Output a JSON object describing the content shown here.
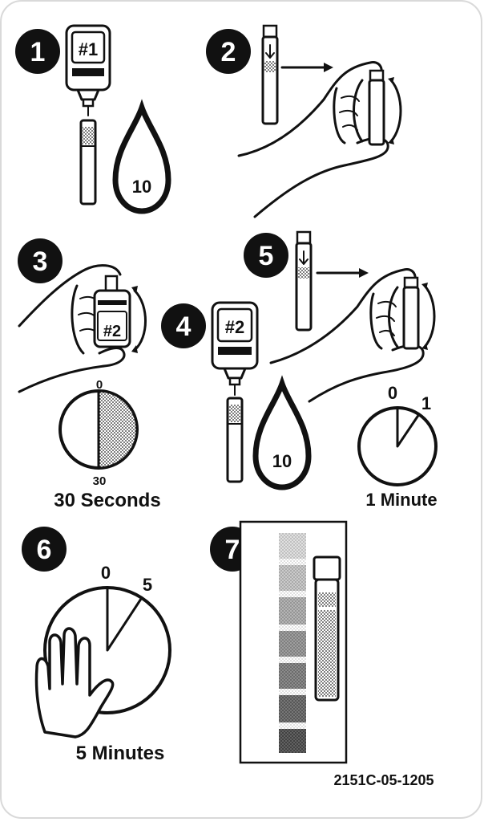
{
  "steps": [
    "1",
    "2",
    "3",
    "4",
    "5",
    "6",
    "7"
  ],
  "bottle_labels": {
    "reagent_1": "#1",
    "reagent_2": "#2",
    "reagent_2_small": "#2"
  },
  "drops": {
    "step1": "10",
    "step4": "10"
  },
  "timers": {
    "step3": {
      "start": "0",
      "end": "30",
      "caption": "30 Seconds",
      "fraction": 0.5
    },
    "step5": {
      "start": "0",
      "end": "1",
      "caption": "1 Minute",
      "fraction": 0.1
    },
    "step6": {
      "start": "0",
      "end": "5",
      "caption": "5 Minutes",
      "fraction": 0.1
    }
  },
  "color_chart": {
    "swatches": 7
  },
  "footer": {
    "code": "2151C-05-1205"
  },
  "colors": {
    "ink": "#111111",
    "card": "#ffffff"
  }
}
